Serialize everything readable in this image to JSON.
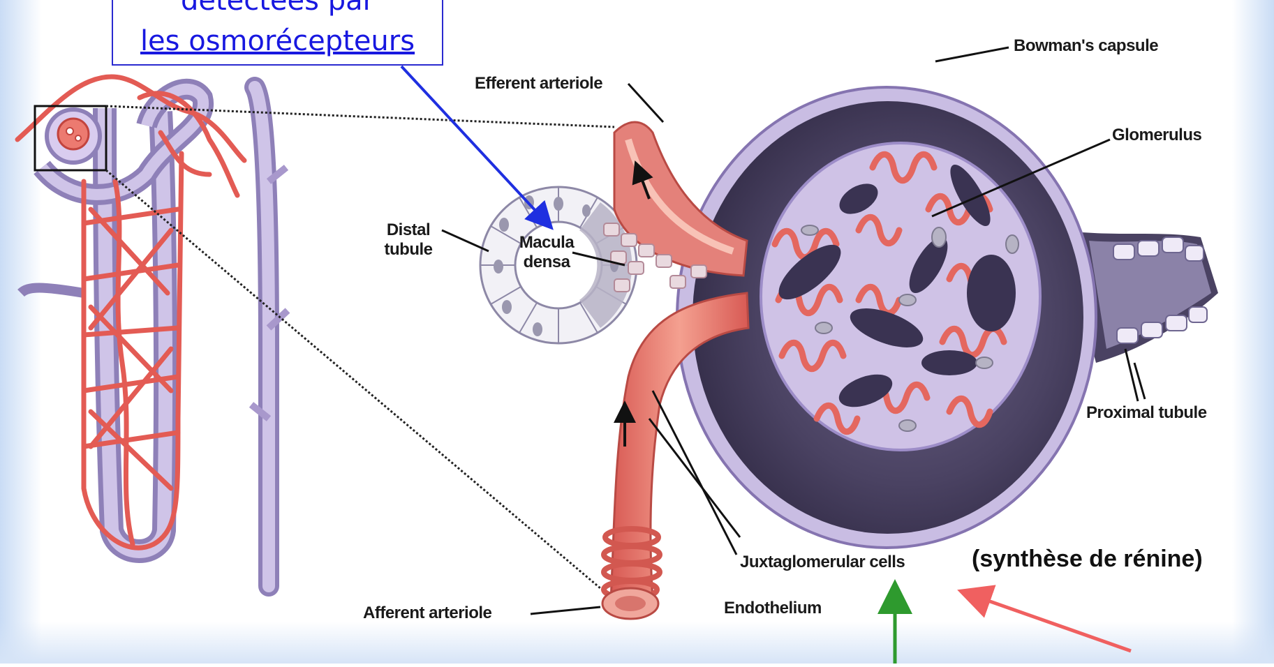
{
  "callout": {
    "line1": "détectées par",
    "line2": "les osmorécepteurs"
  },
  "labels": {
    "efferent_arteriole": "Efferent arteriole",
    "bowmans_capsule": "Bowman's capsule",
    "glomerulus": "Glomerulus",
    "distal_tubule_1": "Distal",
    "distal_tubule_2": "tubule",
    "macula_densa_1": "Macula",
    "macula_densa_2": "densa",
    "proximal_tubule": "Proximal tubule",
    "juxtaglomerular_cells": "Juxtaglomerular cells",
    "afferent_arteriole": "Afferent arteriole",
    "endothelium": "Endothelium"
  },
  "annotation": {
    "renin": "(synthèse de rénine)"
  },
  "colors": {
    "callout_text": "#1818e0",
    "blue_arrow": "#1f2fe0",
    "green_arrow": "#2e9a2e",
    "red_arrow": "#f06060",
    "vessel_red": "#e8706a",
    "tubule_lavender": "#b8a8d8",
    "capsule_dark": "#3a3550"
  }
}
